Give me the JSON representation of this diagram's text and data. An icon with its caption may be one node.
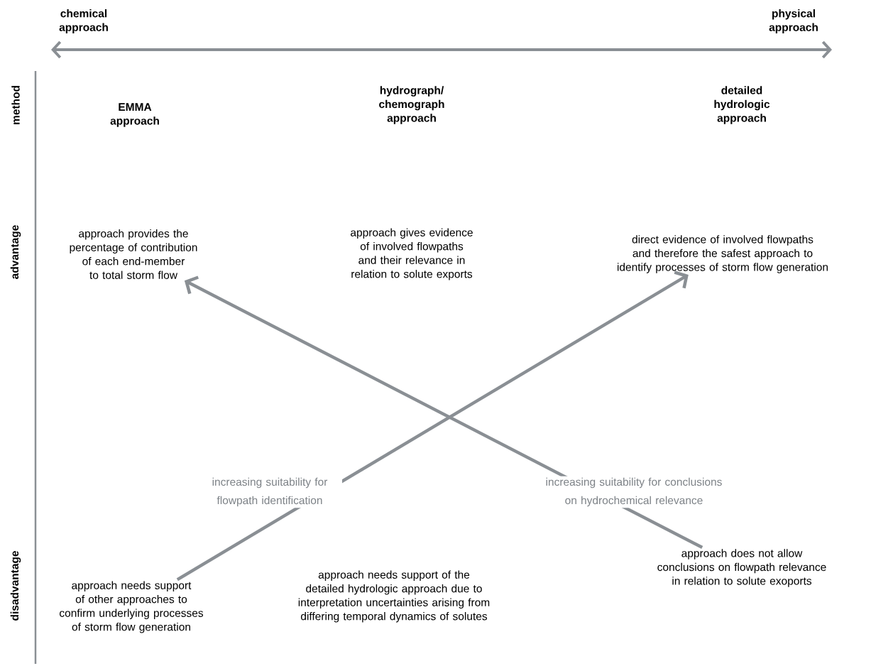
{
  "diagram": {
    "nodes": [
      {
        "text": [
          "approach provides the percentage of contribution of each end-member to total storm flow"
        ]
      },
      {
        "text": [
          "direct evidence of involved flowpaths and therefore the safest approach to identify processes of storm flow generation"
        ]
      },
      {
        "text": [
          "approach needs support of other approaches to confirm underlying processes of storm flow generation"
        ]
      },
      {
        "text": [
          "approach does not allow conclusions on flowpath relevance in relation to solute exoports"
        ]
      }
    ],
    "edges": [
      {
        "from": 2,
        "to": 1,
        "arrow": "to",
        "label": "increasing suitability for flowpath identification"
      },
      {
        "from": 3,
        "to": 0,
        "arrow": "to",
        "label": "increasing suitability for conclusions on hydrochemical relevance"
      }
    ],
    "labels": [
      "chemical approach",
      "physical approach",
      "method",
      "EMMA approach",
      "hydrograph/ chemograph approach",
      "detailed hydrologic approach",
      "advantage",
      "approach gives evidence of involved flowpaths and their relevance in relation to solute exports",
      "disadvantage",
      "approach needs support of the detailed hydrologic approach due to interpretation uncertainties arising from differing temporal dynamics of solutes"
    ]
  }
}
